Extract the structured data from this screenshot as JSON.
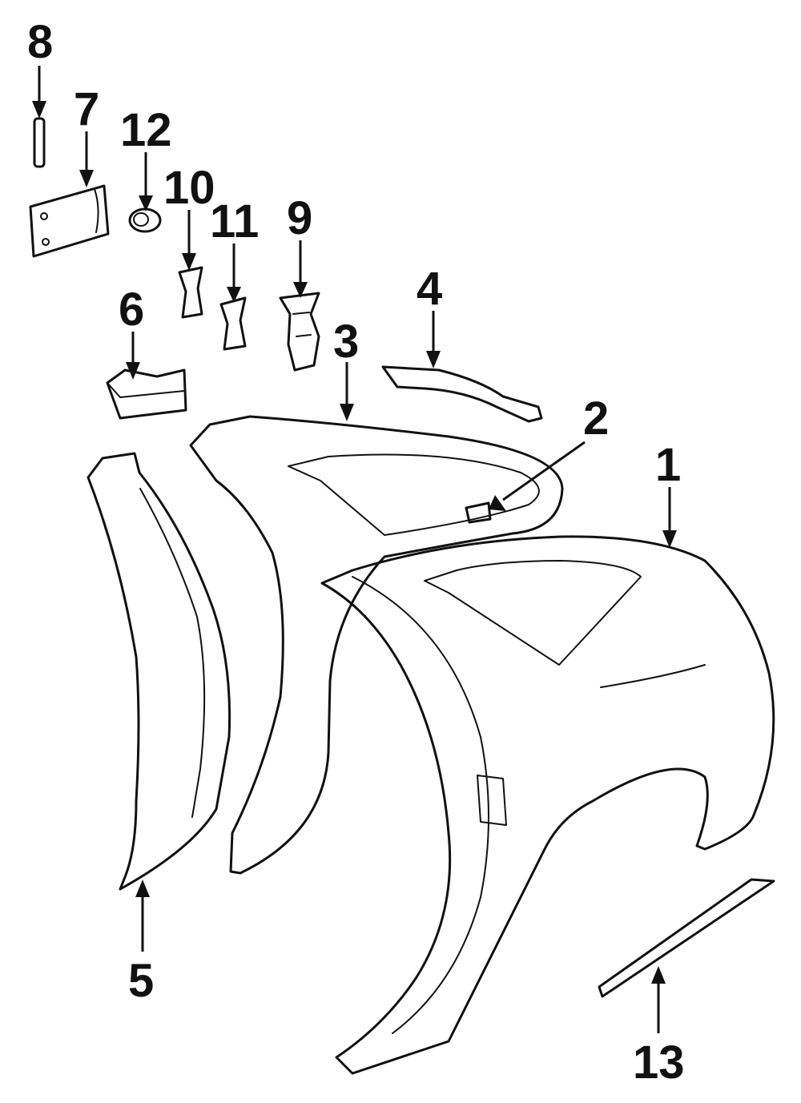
{
  "callouts": [
    {
      "number": "1"
    },
    {
      "number": "2"
    },
    {
      "number": "3"
    },
    {
      "number": "4"
    },
    {
      "number": "5"
    },
    {
      "number": "6"
    },
    {
      "number": "7"
    },
    {
      "number": "8"
    },
    {
      "number": "9"
    },
    {
      "number": "10"
    },
    {
      "number": "11"
    },
    {
      "number": "12"
    },
    {
      "number": "13"
    }
  ]
}
